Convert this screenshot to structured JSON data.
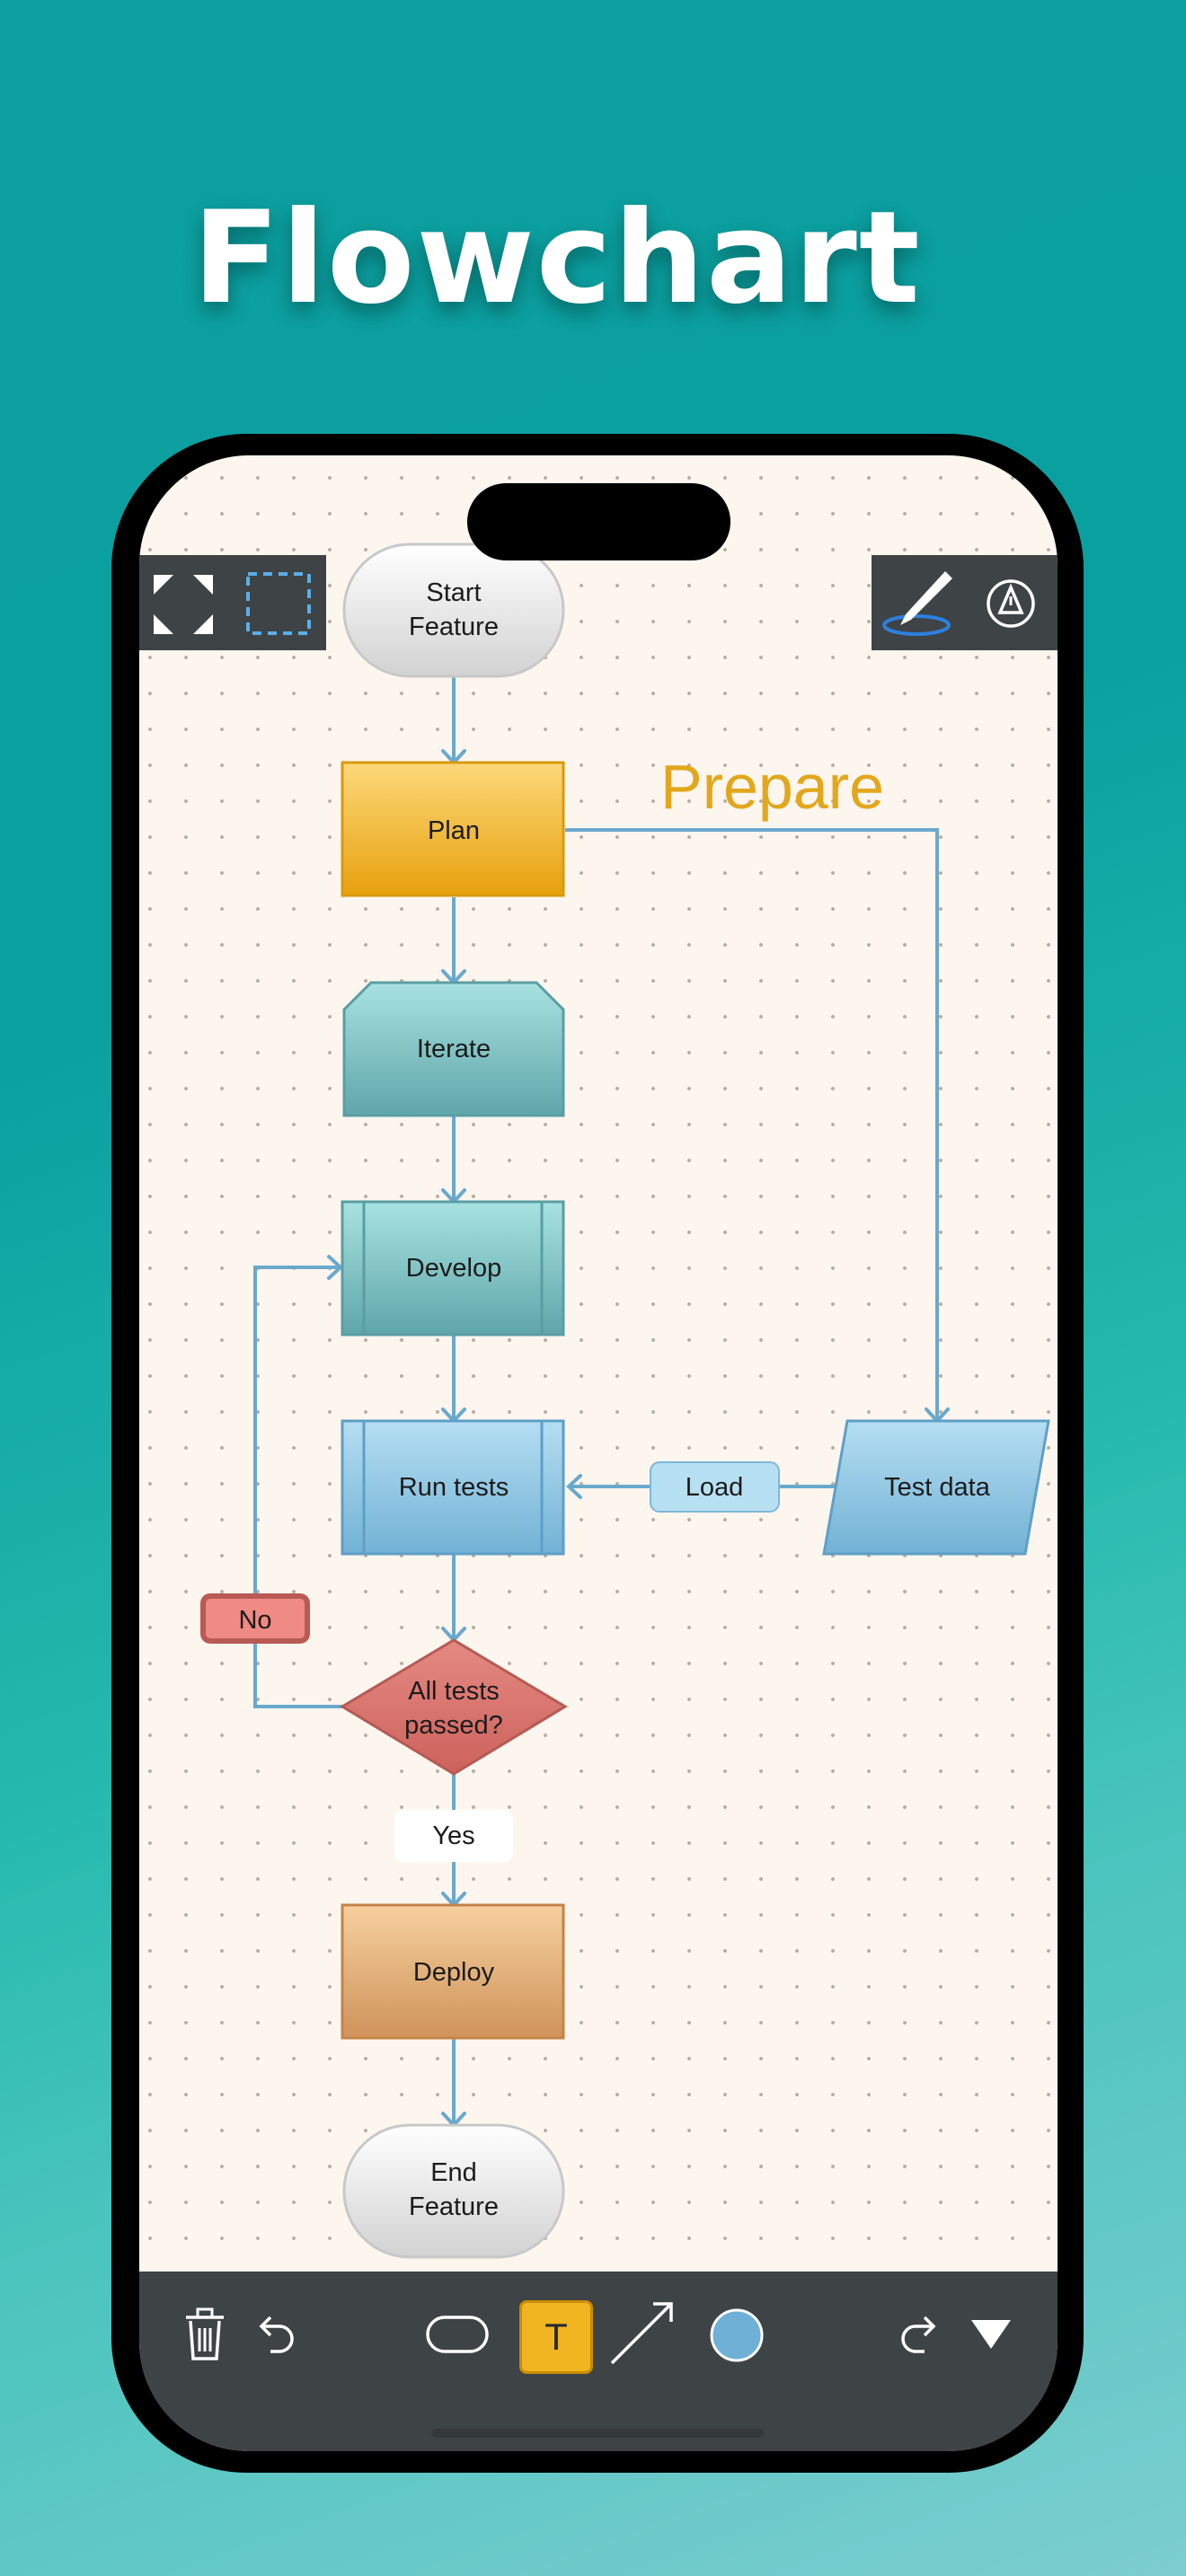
{
  "headline": "Flowchart",
  "flowchart": {
    "start": [
      "Start",
      "Feature"
    ],
    "plan": "Plan",
    "prepare": "Prepare",
    "iterate": "Iterate",
    "develop": "Develop",
    "run_tests": "Run tests",
    "load": "Load",
    "test_data": "Test data",
    "no": "No",
    "decision": [
      "All tests",
      "passed?"
    ],
    "yes": "Yes",
    "deploy": "Deploy",
    "end": [
      "End",
      "Feature"
    ]
  },
  "toolbar_top": {
    "left": [
      "fullscreen-icon",
      "selection-icon"
    ],
    "right": [
      "pencil-icon",
      "pen-nib-icon"
    ]
  },
  "toolbar_bottom": {
    "tools": [
      "trash-icon",
      "undo-icon",
      "rounded-rect-shape-icon",
      "text-tool-icon",
      "arrow-tool-icon",
      "color-circle-icon",
      "redo-icon",
      "collapse-triangle-icon"
    ],
    "text_tool_glyph": "T",
    "selected_tool": "text-tool-icon",
    "selected_color": "#6fb0d6"
  },
  "colors": {
    "connector": "#6aa9cc",
    "plan": "#f0b520",
    "teal_shape": "#7fc5c6",
    "blue_shape": "#8ec6e2",
    "decision": "#d9736d",
    "deploy": "#e5aa74",
    "prepare_text": "#e2a71c"
  }
}
